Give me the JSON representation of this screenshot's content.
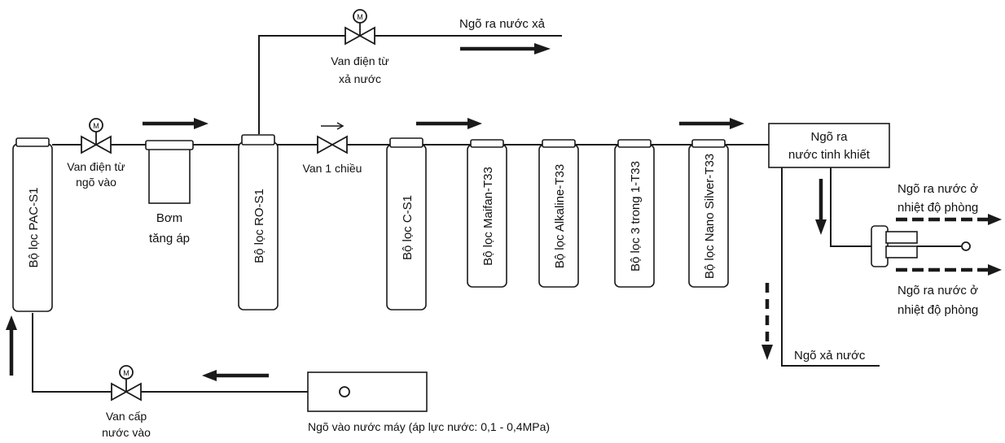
{
  "diagram": {
    "filters": {
      "pac": "Bộ lọc PAC-S1",
      "ro": "Bộ lọc RO-S1",
      "c": "Bộ lọc C-S1",
      "maifan": "Bộ lọc Maifan-T33",
      "alkaline": "Bộ lọc Alkaline-T33",
      "three_in_one": "Bộ lọc 3 trong 1-T33",
      "nano_silver": "Bộ lọc Nano Silver-T33"
    },
    "valves": {
      "inlet_solenoid": [
        "Van điện từ",
        "ngõ vào"
      ],
      "flush_solenoid": [
        "Van điện từ",
        "xả nước"
      ],
      "check_valve": "Van 1 chiều",
      "supply_valve": [
        "Van cấp",
        "nước vào"
      ],
      "valve_symbol": "M"
    },
    "pump": [
      "Bơm",
      "tăng áp"
    ],
    "outputs": {
      "flush_out": "Ngõ ra nước xả",
      "pure_out": [
        "Ngõ ra",
        "nước tinh khiết"
      ],
      "room_temp_top": [
        "Ngõ ra nước ở",
        "nhiệt độ phòng"
      ],
      "room_temp_bottom": [
        "Ngõ ra nước ở",
        "nhiệt độ phòng"
      ],
      "drain_out": "Ngõ xả nước"
    },
    "inlet": "Ngõ vào nước máy (áp lực nước: 0,1 - 0,4MPa)"
  }
}
